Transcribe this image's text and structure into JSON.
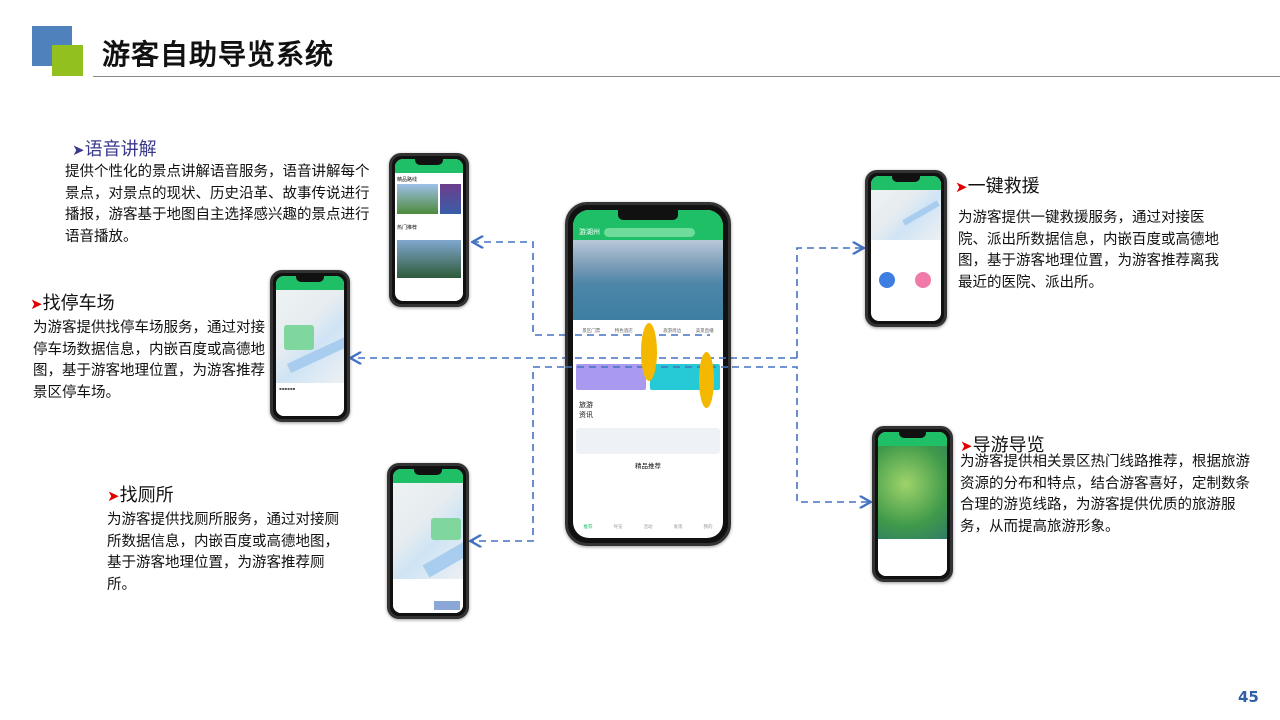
{
  "header": {
    "title": "游客自助导览系统",
    "page_number": "45",
    "accent_blue": "#4f81bd",
    "accent_green": "#92c01f"
  },
  "features": {
    "voice": {
      "heading": "语音讲解",
      "body": "提供个性化的景点讲解语音服务，语音讲解每个景点，对景点的现状、历史沿革、故事传说进行播报，游客基于地图自主选择感兴趣的景点进行语音播放。"
    },
    "parking": {
      "heading": "找停车场",
      "body": "为游客提供找停车场服务，通过对接停车场数据信息，内嵌百度或高德地图，基于游客地理位置，为游客推荐景区停车场。"
    },
    "toilet": {
      "heading": "找厕所",
      "body": "为游客提供找厕所服务，通过对接厕所数据信息，内嵌百度或高德地图，基于游客地理位置，为游客推荐厕所。"
    },
    "rescue": {
      "heading": "一键救援",
      "body": "为游客提供一键救援服务，通过对接医院、派出所数据信息，内嵌百度或高德地图，基于游客地理位置，为游客推荐离我最近的医院、派出所。"
    },
    "guide": {
      "heading": "导游导览",
      "body": "为游客提供相关景区热门线路推荐，根据旅游资源的分布和特点，结合游客喜好，定制数条合理的游览线路，为游客提供优质的旅游服务，从而提高旅游形象。"
    }
  },
  "main_phone": {
    "app_name": "游湖州",
    "news_label": "旅游资讯",
    "recommend_label": "精品推荐",
    "bottom_tabs": [
      "推荐",
      "导览",
      "活动",
      "发现",
      "我的"
    ],
    "icons": [
      "景区门票",
      "特色酒店",
      "",
      "旅游周边",
      "美景直播"
    ],
    "connector_color": "#4472c4",
    "highlight_color": "#f5b800"
  },
  "voice_phone": {
    "section": "精品路线",
    "section2": "热门推荐"
  }
}
